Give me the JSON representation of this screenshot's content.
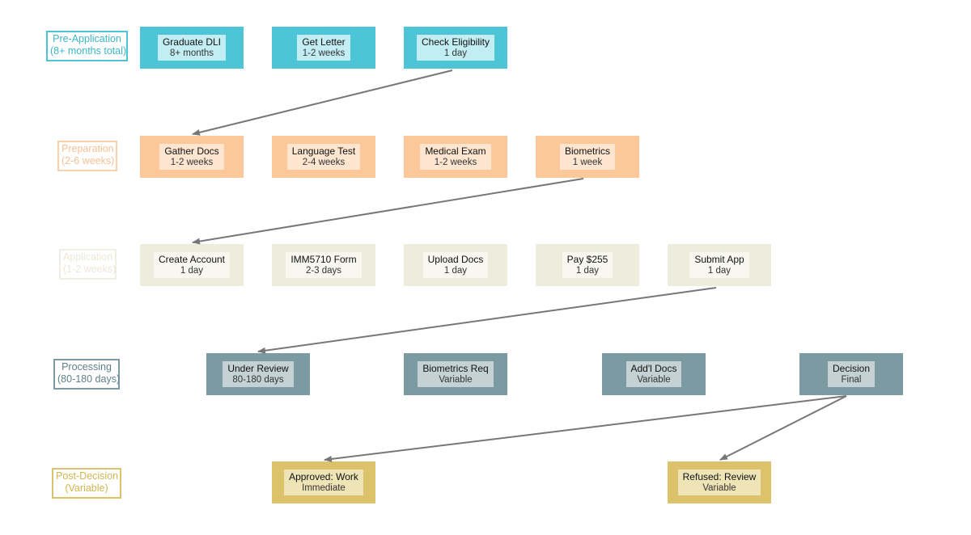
{
  "colors": {
    "pre_application": "#4ec5d6",
    "preparation": "#fcc89a",
    "application": "#eeecdd",
    "processing": "#7b9aa1",
    "post_decision": "#dcc36b",
    "arrow": "#777777"
  },
  "phases": [
    {
      "id": "pre_application",
      "title": "Pre-Application",
      "subtitle": "(8+ months total)"
    },
    {
      "id": "preparation",
      "title": "Preparation",
      "subtitle": "(2-6 weeks)"
    },
    {
      "id": "application",
      "title": "Application",
      "subtitle": "(1-2 weeks)"
    },
    {
      "id": "processing",
      "title": "Processing",
      "subtitle": "(80-180 days)"
    },
    {
      "id": "post_decision",
      "title": "Post-Decision",
      "subtitle": "(Variable)"
    }
  ],
  "steps": [
    {
      "id": "graduate_dli",
      "phase": "pre_application",
      "name": "Graduate DLI",
      "duration": "8+ months"
    },
    {
      "id": "get_letter",
      "phase": "pre_application",
      "name": "Get Letter",
      "duration": "1-2 weeks"
    },
    {
      "id": "check_eligibility",
      "phase": "pre_application",
      "name": "Check Eligibility",
      "duration": "1 day"
    },
    {
      "id": "gather_docs",
      "phase": "preparation",
      "name": "Gather Docs",
      "duration": "1-2 weeks"
    },
    {
      "id": "language_test",
      "phase": "preparation",
      "name": "Language Test",
      "duration": "2-4 weeks"
    },
    {
      "id": "medical_exam",
      "phase": "preparation",
      "name": "Medical Exam",
      "duration": "1-2 weeks"
    },
    {
      "id": "biometrics",
      "phase": "preparation",
      "name": "Biometrics",
      "duration": "1 week"
    },
    {
      "id": "create_account",
      "phase": "application",
      "name": "Create Account",
      "duration": "1 day"
    },
    {
      "id": "imm5710_form",
      "phase": "application",
      "name": "IMM5710 Form",
      "duration": "2-3 days"
    },
    {
      "id": "upload_docs",
      "phase": "application",
      "name": "Upload Docs",
      "duration": "1 day"
    },
    {
      "id": "pay_255",
      "phase": "application",
      "name": "Pay $255",
      "duration": "1 day"
    },
    {
      "id": "submit_app",
      "phase": "application",
      "name": "Submit App",
      "duration": "1 day"
    },
    {
      "id": "under_review",
      "phase": "processing",
      "name": "Under Review",
      "duration": "80-180 days"
    },
    {
      "id": "biometrics_req",
      "phase": "processing",
      "name": "Biometrics Req",
      "duration": "Variable"
    },
    {
      "id": "addl_docs",
      "phase": "processing",
      "name": "Add'l Docs",
      "duration": "Variable"
    },
    {
      "id": "decision",
      "phase": "processing",
      "name": "Decision",
      "duration": "Final"
    },
    {
      "id": "approved_work",
      "phase": "post_decision",
      "name": "Approved: Work",
      "duration": "Immediate"
    },
    {
      "id": "refused_review",
      "phase": "post_decision",
      "name": "Refused: Review",
      "duration": "Variable"
    }
  ],
  "connections": [
    {
      "from": "check_eligibility",
      "to": "gather_docs"
    },
    {
      "from": "biometrics",
      "to": "create_account"
    },
    {
      "from": "submit_app",
      "to": "under_review"
    },
    {
      "from": "decision",
      "to": "approved_work"
    },
    {
      "from": "decision",
      "to": "refused_review"
    }
  ]
}
